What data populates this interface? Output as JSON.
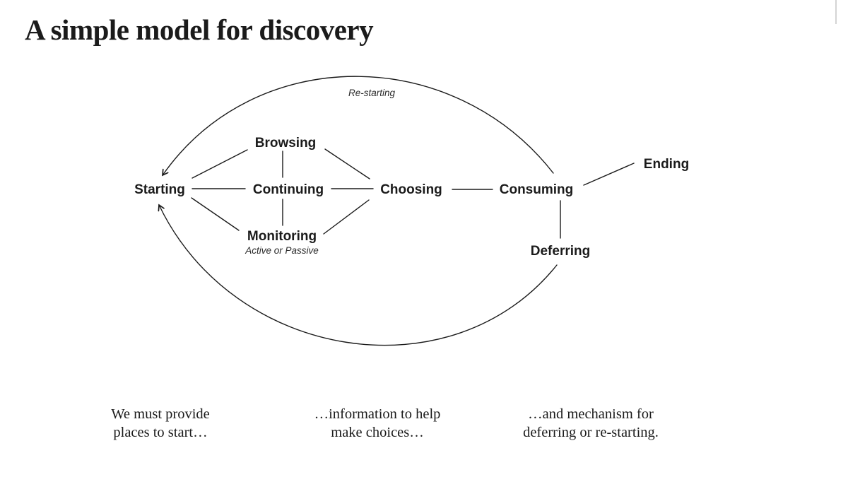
{
  "page": {
    "title": "A simple model for discovery"
  },
  "colors": {
    "ink": "#1b1b1b",
    "background": "#ffffff"
  },
  "diagram": {
    "nodes": [
      {
        "id": "starting",
        "label": "Starting"
      },
      {
        "id": "browsing",
        "label": "Browsing"
      },
      {
        "id": "continuing",
        "label": "Continuing"
      },
      {
        "id": "monitoring",
        "label": "Monitoring"
      },
      {
        "id": "choosing",
        "label": "Choosing"
      },
      {
        "id": "consuming",
        "label": "Consuming"
      },
      {
        "id": "deferring",
        "label": "Deferring"
      },
      {
        "id": "ending",
        "label": "Ending"
      }
    ],
    "annotations": [
      {
        "id": "re-starting",
        "label": "Re-starting"
      },
      {
        "id": "active-or-passive",
        "label": "Active or Passive"
      }
    ],
    "edges": [
      "starting-browsing",
      "starting-continuing",
      "starting-monitoring",
      "browsing-continuing",
      "continuing-monitoring",
      "browsing-choosing",
      "continuing-choosing",
      "monitoring-choosing",
      "choosing-consuming",
      "consuming-ending",
      "consuming-deferring",
      "consuming-restarting-arc-to-starting",
      "deferring-return-arc-to-starting"
    ]
  },
  "captions": [
    {
      "lines": [
        "We must provide",
        "places to start…"
      ]
    },
    {
      "lines": [
        "…information to help",
        "make choices…"
      ]
    },
    {
      "lines": [
        "…and mechanism for",
        "deferring or re-starting."
      ]
    }
  ]
}
